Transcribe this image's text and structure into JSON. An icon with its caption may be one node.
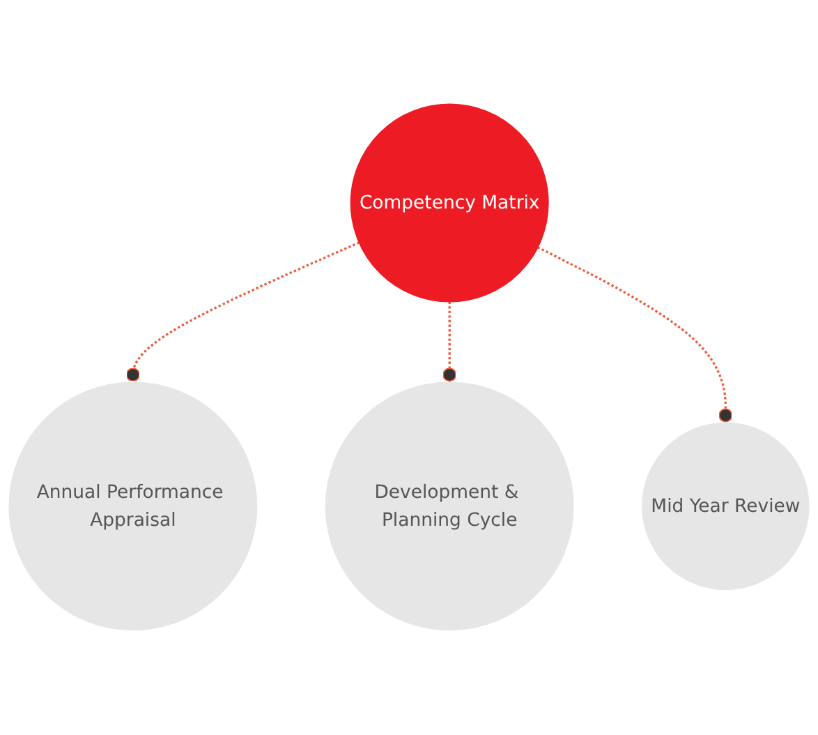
{
  "diagram": {
    "nodes": [
      {
        "text": [
          "Annual Performance Appraisal"
        ]
      },
      {
        "text": [
          "Development & Planning Cycle"
        ]
      },
      {
        "text": [
          "Competency Matrix"
        ]
      },
      {
        "text": [
          "Mid Year Review"
        ]
      }
    ],
    "edges": [
      {
        "from": 2,
        "to": 0,
        "arrow": "other",
        "style": "dashed"
      },
      {
        "from": 2,
        "to": 1,
        "arrow": "other",
        "style": "dashed"
      },
      {
        "from": 2,
        "to": 3,
        "arrow": "other",
        "style": "dashed"
      }
    ]
  }
}
